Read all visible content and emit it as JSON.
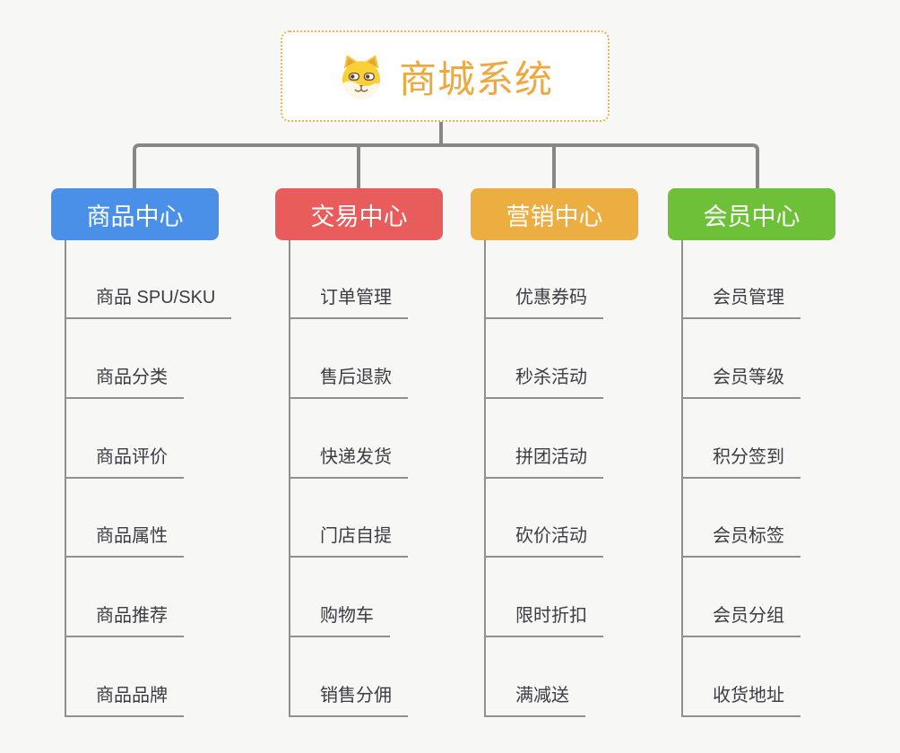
{
  "canvas": {
    "background": "#f7f7f6"
  },
  "connectors": {
    "trunk_color": "#878787",
    "child_line_color": "#909090"
  },
  "root": {
    "title": "商城系统",
    "text_color": "#f0a83e",
    "border_color": "#f3b44a",
    "icon": "shiba-dog-icon"
  },
  "branches": [
    {
      "label": "商品中心",
      "color": "#4a90e8",
      "items": [
        "商品 SPU/SKU",
        "商品分类",
        "商品评价",
        "商品属性",
        "商品推荐",
        "商品品牌"
      ]
    },
    {
      "label": "交易中心",
      "color": "#e95c5c",
      "items": [
        "订单管理",
        "售后退款",
        "快递发货",
        "门店自提",
        "购物车",
        "销售分佣"
      ]
    },
    {
      "label": "营销中心",
      "color": "#ecad41",
      "items": [
        "优惠券码",
        "秒杀活动",
        "拼团活动",
        "砍价活动",
        "限时折扣",
        "满减送"
      ]
    },
    {
      "label": "会员中心",
      "color": "#6ec039",
      "items": [
        "会员管理",
        "会员等级",
        "积分签到",
        "会员标签",
        "会员分组",
        "收货地址"
      ]
    }
  ]
}
